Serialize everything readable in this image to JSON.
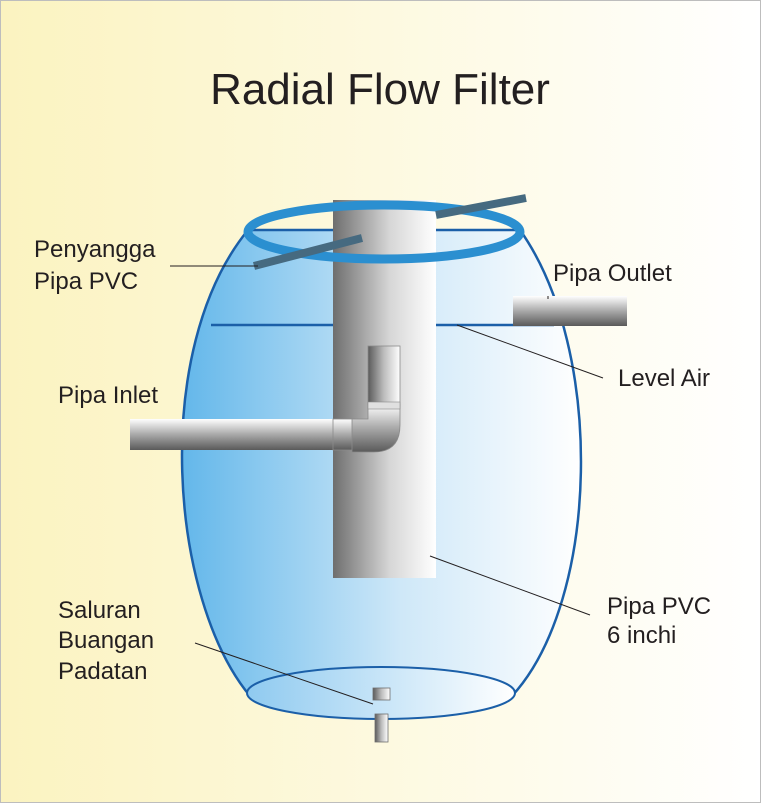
{
  "title": "Radial Flow Filter",
  "labels": {
    "support_line1": "Penyangga",
    "support_line2": "Pipa PVC",
    "outlet": "Pipa Outlet",
    "water_level": "Level Air",
    "inlet": "Pipa Inlet",
    "center_pipe_line1": "Pipa PVC",
    "center_pipe_line2": "6 inchi",
    "drain_line1": "Saluran",
    "drain_line2": "Buangan",
    "drain_line3": "Padatan"
  },
  "colors": {
    "background_left": "#fbf3c0",
    "background_right": "#ffffff",
    "tank_water_left": "#63b7ea",
    "tank_water_right": "#ffffff",
    "tank_outline": "#1b5fa8",
    "ring": "#2b8fd0",
    "support_bar": "#466a80",
    "pipe_dark": "#6e6e6e",
    "pipe_light": "#ffffff",
    "leader_line": "#231f20"
  }
}
